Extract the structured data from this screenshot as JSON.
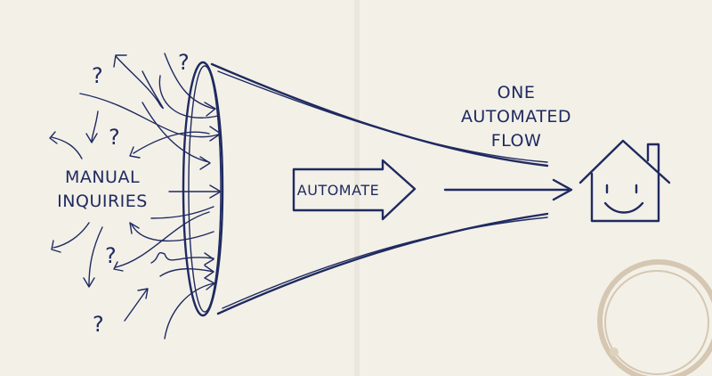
{
  "colors": {
    "ink": "#1f2a60",
    "paper": "#f3f0e8",
    "stain": "#c9b79a"
  },
  "labels": {
    "source_line1": "MANUAL",
    "source_line2": "INQUIRIES",
    "process": "AUTOMATE",
    "result_line1": "ONE",
    "result_line2": "AUTOMATED",
    "result_line3": "FLOW"
  },
  "question_mark": "?",
  "icons": [
    "question-mark-icon",
    "arrow-icon",
    "funnel-icon",
    "smiley-house-icon",
    "coffee-stain"
  ]
}
